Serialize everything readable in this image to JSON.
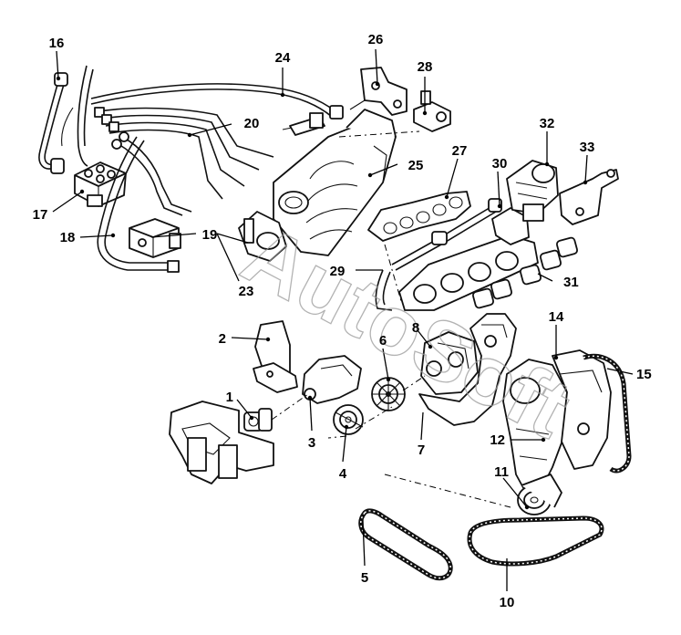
{
  "diagram": {
    "watermark": "AutoSoft",
    "callouts": [
      {
        "id": "c1",
        "label": "1"
      },
      {
        "id": "c2",
        "label": "2"
      },
      {
        "id": "c3",
        "label": "3"
      },
      {
        "id": "c4",
        "label": "4"
      },
      {
        "id": "c5",
        "label": "5"
      },
      {
        "id": "c6",
        "label": "6"
      },
      {
        "id": "c7",
        "label": "7"
      },
      {
        "id": "c8",
        "label": "8"
      },
      {
        "id": "c10",
        "label": "10"
      },
      {
        "id": "c11",
        "label": "11"
      },
      {
        "id": "c12",
        "label": "12"
      },
      {
        "id": "c14",
        "label": "14"
      },
      {
        "id": "c15",
        "label": "15"
      },
      {
        "id": "c16",
        "label": "16"
      },
      {
        "id": "c17",
        "label": "17"
      },
      {
        "id": "c18",
        "label": "18"
      },
      {
        "id": "c19",
        "label": "19"
      },
      {
        "id": "c20",
        "label": "20"
      },
      {
        "id": "c23",
        "label": "23"
      },
      {
        "id": "c24",
        "label": "24"
      },
      {
        "id": "c25",
        "label": "25"
      },
      {
        "id": "c26",
        "label": "26"
      },
      {
        "id": "c27",
        "label": "27"
      },
      {
        "id": "c28",
        "label": "28"
      },
      {
        "id": "c29",
        "label": "29"
      },
      {
        "id": "c30",
        "label": "30"
      },
      {
        "id": "c31",
        "label": "31"
      },
      {
        "id": "c32",
        "label": "32"
      },
      {
        "id": "c33",
        "label": "33"
      }
    ]
  }
}
